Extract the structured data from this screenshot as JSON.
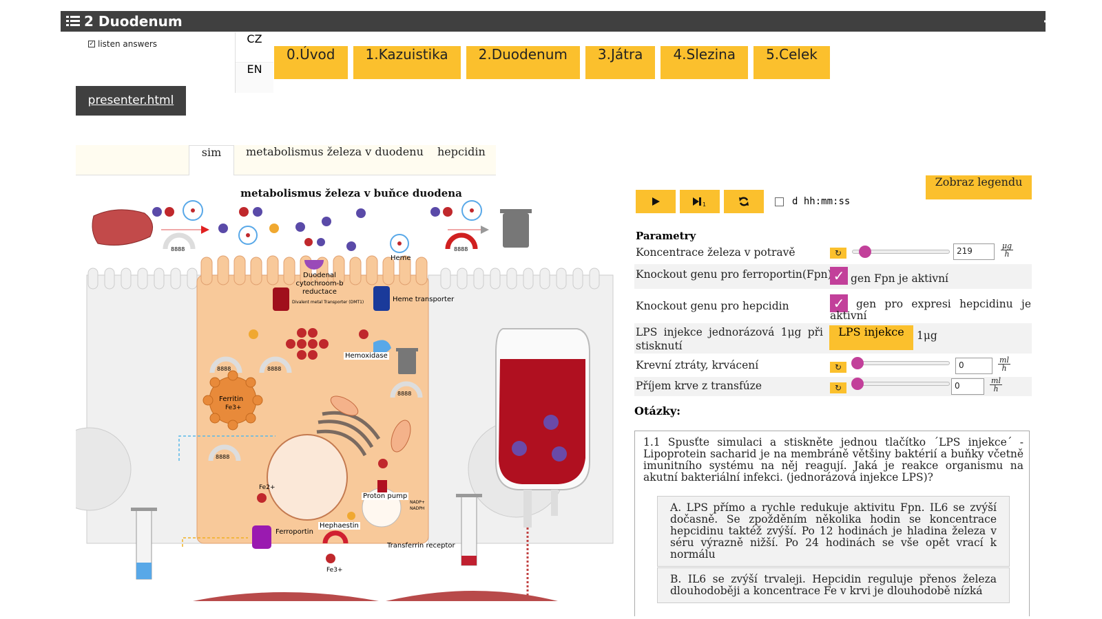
{
  "header": {
    "title": "2 Duodenum"
  },
  "listen": {
    "label": "listen answers"
  },
  "languages": [
    "CZ",
    "EN"
  ],
  "chapters": [
    "0.Úvod",
    "1.Kazuistika",
    "2.Duodenum",
    "3.Játra",
    "4.Slezina",
    "5.Celek"
  ],
  "presenter": {
    "label": "presenter.html"
  },
  "tabs": [
    "sim",
    "metabolismus železa v duodenu",
    "hepcidin"
  ],
  "diagram": {
    "title": "metabolismus železa v buňce duodena",
    "labels": {
      "heme": "Heme",
      "dcytb": "Duodenal cytochroom-b reductace",
      "dmt1": "Divalent metal Transporter (DMT1)",
      "heme_transporter": "Heme transporter",
      "hemoxidase": "Hemoxidase",
      "ferritin": "Ferritin",
      "ferritin_fe": "Fe3+",
      "proton_pump": "Proton pump",
      "nadp": "NADP+",
      "nadph": "NADPH",
      "fe2": "Fe2+",
      "fe3": "Fe3+",
      "ferroportin": "Ferroportin",
      "hephaestin": "Hephaestin",
      "transferrin_receptor": "Transferrin receptor",
      "gauge": "8888"
    }
  },
  "controls": {
    "time_prefix": "d",
    "time_format": "hh:mm:ss",
    "legend_button": "Zobraz legendu"
  },
  "params": {
    "heading": "Parametry",
    "iron_label": "Koncentrace železa v potravě",
    "iron_value": "219",
    "iron_unit_num": "μg",
    "iron_unit_den": "h",
    "iron_level": 0.06,
    "fpn_label": "Knockout genu pro ferroportin(Fpn)",
    "fpn_text": "gen Fpn je aktivní",
    "hepcidin_label": "Knockout genu pro hepcidin",
    "hepcidin_text": "gen pro expresi hepcidinu je aktivní",
    "lps_label": "LPS injekce jednorázová 1μg při stisknutí",
    "lps_button": "LPS injekce",
    "lps_unit": "1μg",
    "blood_loss_label": "Krevní ztráty, krvácení",
    "blood_loss_value": "0",
    "transfusion_label": "Příjem krve z transfúze",
    "transfusion_value": "0",
    "ml_unit_num": "ml",
    "ml_unit_den": "h"
  },
  "questions": {
    "heading": "Otázky:",
    "q1": "1.1 Spusťte simulaci a stiskněte jednou tlačítko ´LPS injekce´ - Lipoprotein sacharid je na membráně většiny baktérií a buňky včetně imunitního systému na něj reagují. Jaká je reakce organismu na akutní bakteriální infekci. (jednorázová injekce LPS)?",
    "answer_a": "A. LPS přímo a rychle redukuje aktivitu Fpn. IL6 se zvýší dočasně. Se zpožděním několika hodin se koncentrace hepcidinu taktéž zvýší. Po 12 hodinách je hladina železa v séru výrazně nižší. Po 24 hodinách se vše opět vrací k normálu",
    "answer_b": "B. IL6 se zvýší trvaleji. Hepcidin reguluje přenos železa dlouhodoběji a koncentrace Fe v krvi je dlouhodobě nízká"
  },
  "colors": {
    "accent": "#fbc02d",
    "header": "#404040",
    "checkbox": "#c2409a"
  }
}
